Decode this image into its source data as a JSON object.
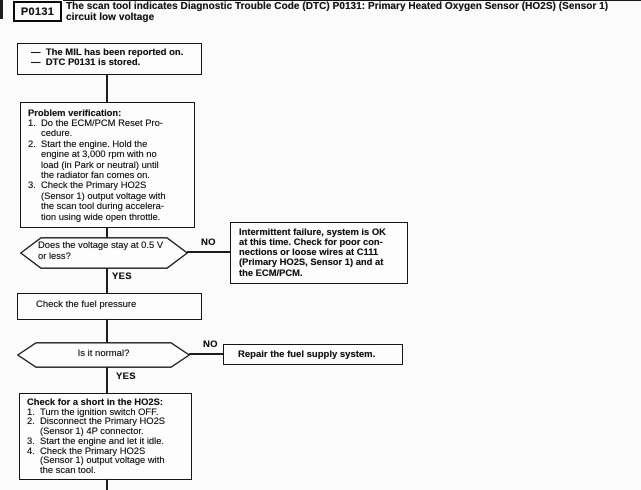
{
  "page": {
    "background": "#fbfbfb",
    "ink": "#141414",
    "type_label": "diagnostic-troubleshooting-flowchart"
  },
  "header": {
    "dtc_code": "P0131",
    "description": "The scan tool indicates Diagnostic Trouble Code (DTC) P0131: Primary Heated Oxygen Sensor (HO2S) (Sensor 1)\ncircuit low voltage"
  },
  "flow": {
    "start": {
      "lines": "—  The MIL has been reported on.\n—  DTC P0131 is stored."
    },
    "verify": {
      "heading": "Problem verification:",
      "steps": [
        {
          "num": "1.",
          "text": "Do the ECM/PCM Reset Pro-\ncedure."
        },
        {
          "num": "2.",
          "text": "Start the engine. Hold the\nengine at 3,000 rpm with no\nload (in Park or neutral) until\nthe radiator fan comes on."
        },
        {
          "num": "3.",
          "text": "Check the Primary HO2S\n(Sensor 1) output voltage with\nthe scan tool during accelera-\ntion using wide open throttle."
        }
      ]
    },
    "decision1": {
      "question": "Does the voltage stay at 0.5 V\nor less?",
      "no": "NO",
      "yes": "YES"
    },
    "intermittent": {
      "text": "Intermittent failure, system is OK\nat this time. Check for poor con-\nnections or loose wires at C111\n(Primary HO2S, Sensor 1) and at\nthe ECM/PCM."
    },
    "fuel": {
      "text": "Check the fuel pressure"
    },
    "decision2": {
      "question": "Is it normal?",
      "no": "NO",
      "yes": "YES"
    },
    "repair": {
      "text": "Repair the fuel supply system."
    },
    "short_check": {
      "heading": "Check for a short in the HO2S:",
      "steps": [
        {
          "num": "1.",
          "text": "Turn the ignition switch OFF."
        },
        {
          "num": "2.",
          "text": "Disconnect the Primary HO2S\n(Sensor 1) 4P connector."
        },
        {
          "num": "3.",
          "text": "Start the engine and let it idle."
        },
        {
          "num": "4.",
          "text": "Check the Primary HO2S\n(Sensor 1) output voltage with\nthe scan tool."
        }
      ]
    }
  }
}
